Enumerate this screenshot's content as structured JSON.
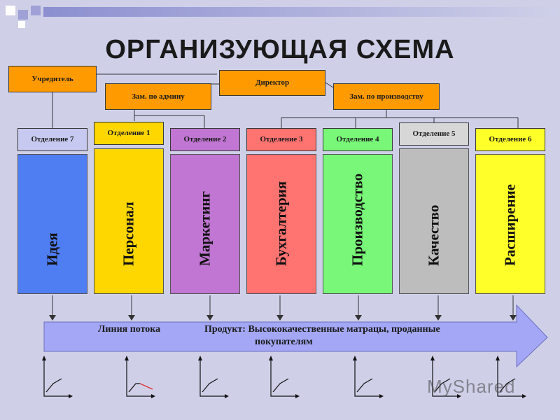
{
  "title": "ОРГАНИЗУЮЩАЯ СХЕМА",
  "top_boxes": {
    "founder": "Учредитель",
    "director": "Директор",
    "deputy_admin": "Зам. по админу",
    "deputy_production": "Зам. по производству"
  },
  "departments": [
    {
      "label": "Отделение 7",
      "area": "Идея",
      "color": "#4f7df2",
      "header_color": "#c7c9f0"
    },
    {
      "label": "Отделение 1",
      "area": "Персонал",
      "color": "#ffd700",
      "header_color": "#ffd700"
    },
    {
      "label": "Отделение 2",
      "area": "Маркетинг",
      "color": "#c076d2",
      "header_color": "#c076d2"
    },
    {
      "label": "Отделение 3",
      "area": "Бухгалтерия",
      "color": "#ff7371",
      "header_color": "#ff7371"
    },
    {
      "label": "Отделение 4",
      "area": "Производство",
      "color": "#78f778",
      "header_color": "#78f778"
    },
    {
      "label": "Отделение 5",
      "area": "Качество",
      "color": "#bdbdbd",
      "header_color": "#d7d7d7"
    },
    {
      "label": "Отделение 6",
      "area": "Расширение",
      "color": "#ffff2a",
      "header_color": "#ffff2a"
    }
  ],
  "flow": {
    "label": "Линия потока",
    "product_line1": "Продукт: Высококачественные матрацы, проданные",
    "product_line2": "покупателям",
    "color": "#a3a7f5"
  },
  "watermark": "MyShared"
}
